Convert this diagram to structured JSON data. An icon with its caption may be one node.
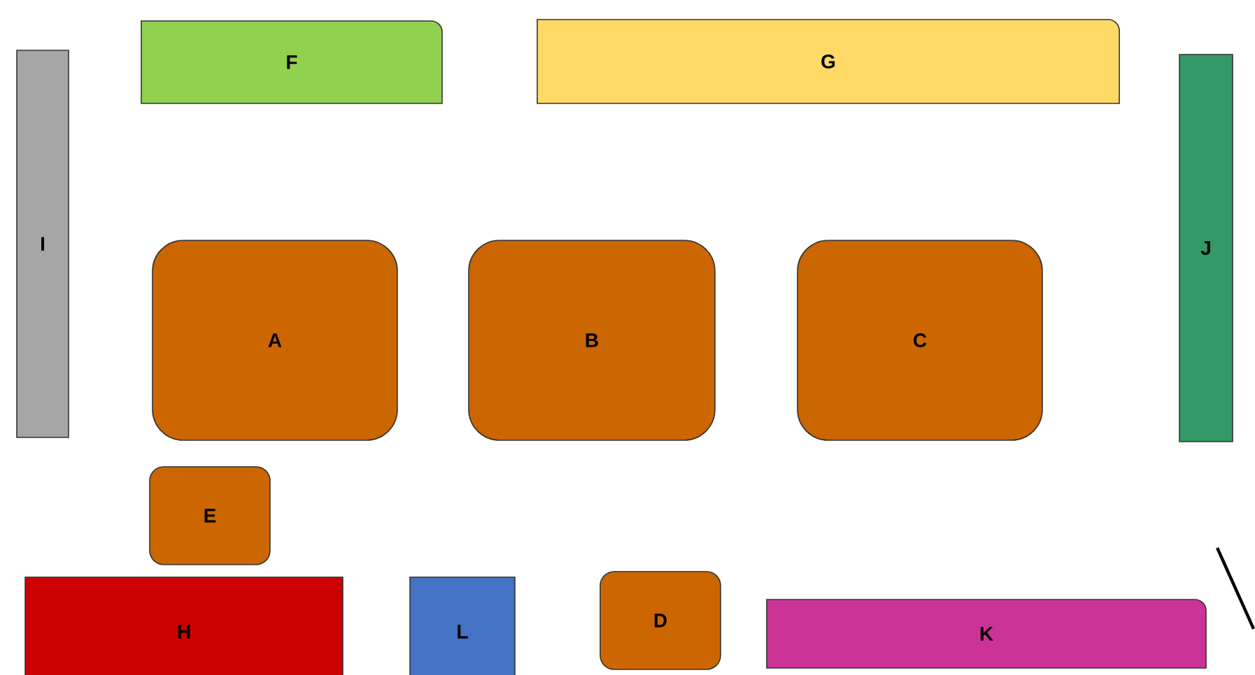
{
  "diagram": {
    "nodes": [
      {
        "text": [
          "F"
        ]
      },
      {
        "text": [
          "G"
        ]
      },
      {
        "text": [
          "I"
        ]
      },
      {
        "text": [
          "J"
        ]
      },
      {
        "text": [
          "A"
        ]
      },
      {
        "text": [
          "B"
        ]
      },
      {
        "text": [
          "C"
        ]
      },
      {
        "text": [
          "E"
        ]
      },
      {
        "text": [
          "H"
        ]
      },
      {
        "text": [
          "L"
        ]
      },
      {
        "text": [
          "D"
        ]
      },
      {
        "text": [
          "K"
        ]
      }
    ]
  }
}
